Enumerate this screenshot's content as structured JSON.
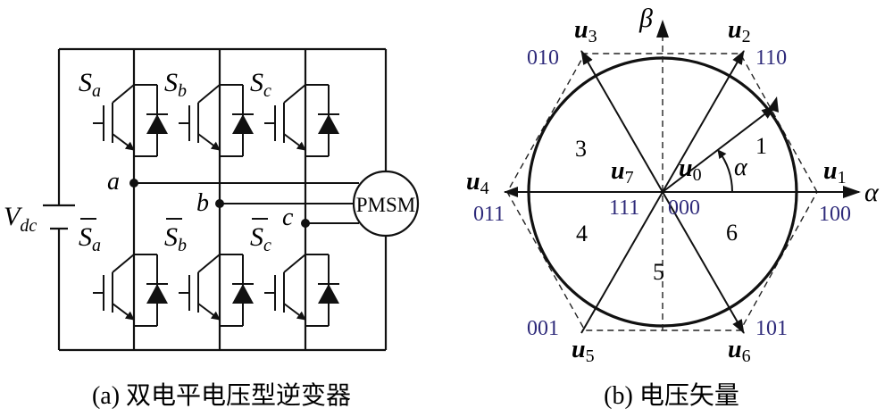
{
  "inverter": {
    "switches_top": [
      {
        "base": "S",
        "sub": "a"
      },
      {
        "base": "S",
        "sub": "b"
      },
      {
        "base": "S",
        "sub": "c"
      }
    ],
    "switches_bottom": [
      {
        "base": "S",
        "sub": "a"
      },
      {
        "base": "S",
        "sub": "b"
      },
      {
        "base": "S",
        "sub": "c"
      }
    ],
    "source": {
      "base": "V",
      "sub": "dc"
    },
    "nodes": [
      "a",
      "b",
      "c"
    ],
    "motor": "PMSM",
    "caption": "(a) 双电平电压型逆变器"
  },
  "vector_diagram": {
    "axis_alpha": "α",
    "axis_beta": "β",
    "angle_label": "α",
    "vectors": [
      {
        "base": "u",
        "sub": "1",
        "code": "100"
      },
      {
        "base": "u",
        "sub": "2",
        "code": "110"
      },
      {
        "base": "u",
        "sub": "3",
        "code": "010"
      },
      {
        "base": "u",
        "sub": "4",
        "code": "011"
      },
      {
        "base": "u",
        "sub": "5",
        "code": "001"
      },
      {
        "base": "u",
        "sub": "6",
        "code": "101"
      }
    ],
    "zero_vectors": [
      {
        "base": "u",
        "sub": "0",
        "code": "000"
      },
      {
        "base": "u",
        "sub": "7",
        "code": "111"
      }
    ],
    "sectors": [
      "1",
      "3",
      "4",
      "5",
      "6"
    ],
    "caption": "(b) 电压矢量"
  }
}
